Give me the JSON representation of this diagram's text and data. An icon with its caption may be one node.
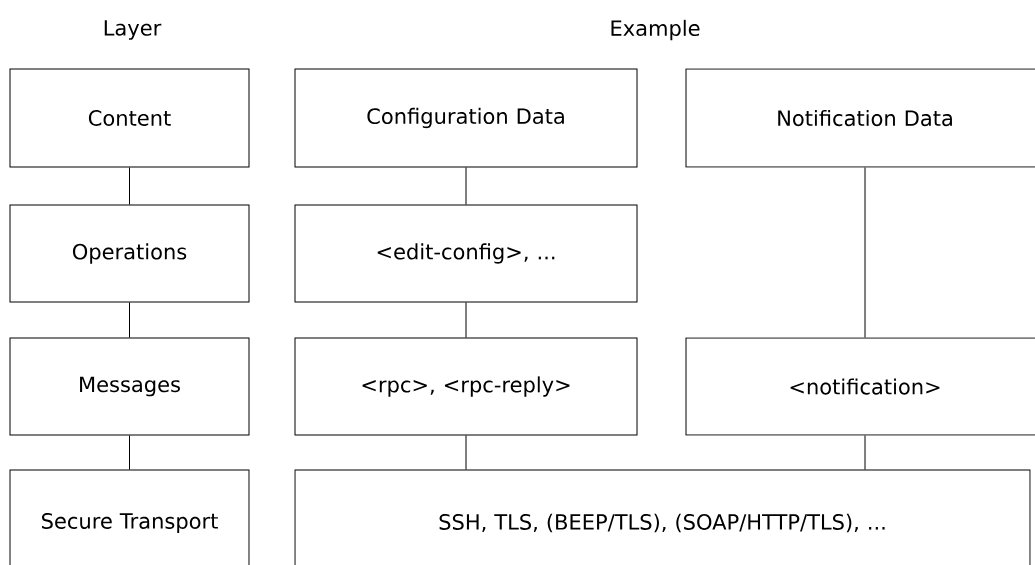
{
  "diagram": {
    "nodes": [
      {
        "text": [
          "Content"
        ]
      },
      {
        "text": [
          "Configuration Data"
        ]
      },
      {
        "text": [
          "Notification Data"
        ]
      },
      {
        "text": [
          "Operations"
        ]
      },
      {
        "text": [
          "<edit-config>, ..."
        ]
      },
      {
        "text": [
          "Messages"
        ]
      },
      {
        "text": [
          "<rpc>, <rpc-reply>"
        ]
      },
      {
        "text": [
          "<notification>"
        ]
      },
      {
        "text": [
          "Secure Transport"
        ]
      },
      {
        "text": [
          "SSH, TLS, (BEEP/TLS), (SOAP/HTTP/TLS), ..."
        ]
      }
    ],
    "edges": [
      {
        "from": 0,
        "to": 3,
        "arrow": "none"
      },
      {
        "from": 3,
        "to": 5,
        "arrow": "none"
      },
      {
        "from": 5,
        "to": 8,
        "arrow": "none"
      },
      {
        "from": 1,
        "to": 4,
        "arrow": "none"
      },
      {
        "from": 4,
        "to": 6,
        "arrow": "none"
      },
      {
        "from": 6,
        "to": 9,
        "arrow": "none"
      },
      {
        "from": 2,
        "to": 7,
        "arrow": "none"
      },
      {
        "from": 7,
        "to": 9,
        "arrow": "none"
      }
    ],
    "labels": [
      "Layer",
      "Example"
    ]
  }
}
